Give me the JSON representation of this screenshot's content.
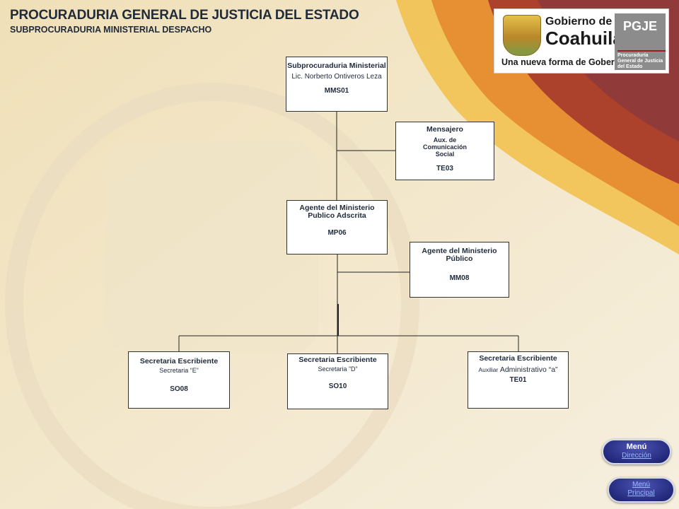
{
  "header": {
    "title": "PROCURADURIA GENERAL DE JUSTICIA DEL ESTADO",
    "subtitle": "SUBPROCURADURIA MINISTERIAL DESPACHO"
  },
  "logo": {
    "line1": "Gobierno de",
    "line2": "Coahuila",
    "tagline": "Una nueva forma de Gobernar",
    "abbr": "PGJE",
    "org_name": "Procuraduría General de Justicia del Estado"
  },
  "org_chart": {
    "subprocuraduria": {
      "title": "Subprocuraduria Ministerial",
      "person": "Lic. Norberto Ontiveros Leza",
      "code": "MMS01"
    },
    "mensajero": {
      "title": "Mensajero",
      "subtitle": "Aux. de Comunicación Social",
      "code": "TE03"
    },
    "agente_adscrita": {
      "title": "Agente del Ministerio Publico Adscrita",
      "code": "MP06"
    },
    "agente_publico": {
      "title": "Agente del Ministerio Público",
      "code": "MM08"
    },
    "secretaria_e": {
      "title": "Secretaria Escribiente",
      "subtitle": "Secretaria “E”",
      "code": "SO08"
    },
    "secretaria_d": {
      "title": "Secretaria Escribiente",
      "subtitle": "Secretaria ”D”",
      "code": "SO10"
    },
    "secretaria_a": {
      "title": "Secretaria Escribiente",
      "subtitle_small": "Auxiliar",
      "subtitle_large": "Administrativo “a”",
      "code": "TE01"
    }
  },
  "nav": {
    "menu_direccion": {
      "top": "Menú",
      "link": "Dirección"
    },
    "menu_principal": {
      "line1": "Menú",
      "line2": "Principal"
    }
  },
  "colors": {
    "title": "#1f2a3a",
    "accent_red": "#9b1b1b",
    "pill": "#262c80",
    "link": "#9cb8ff"
  }
}
